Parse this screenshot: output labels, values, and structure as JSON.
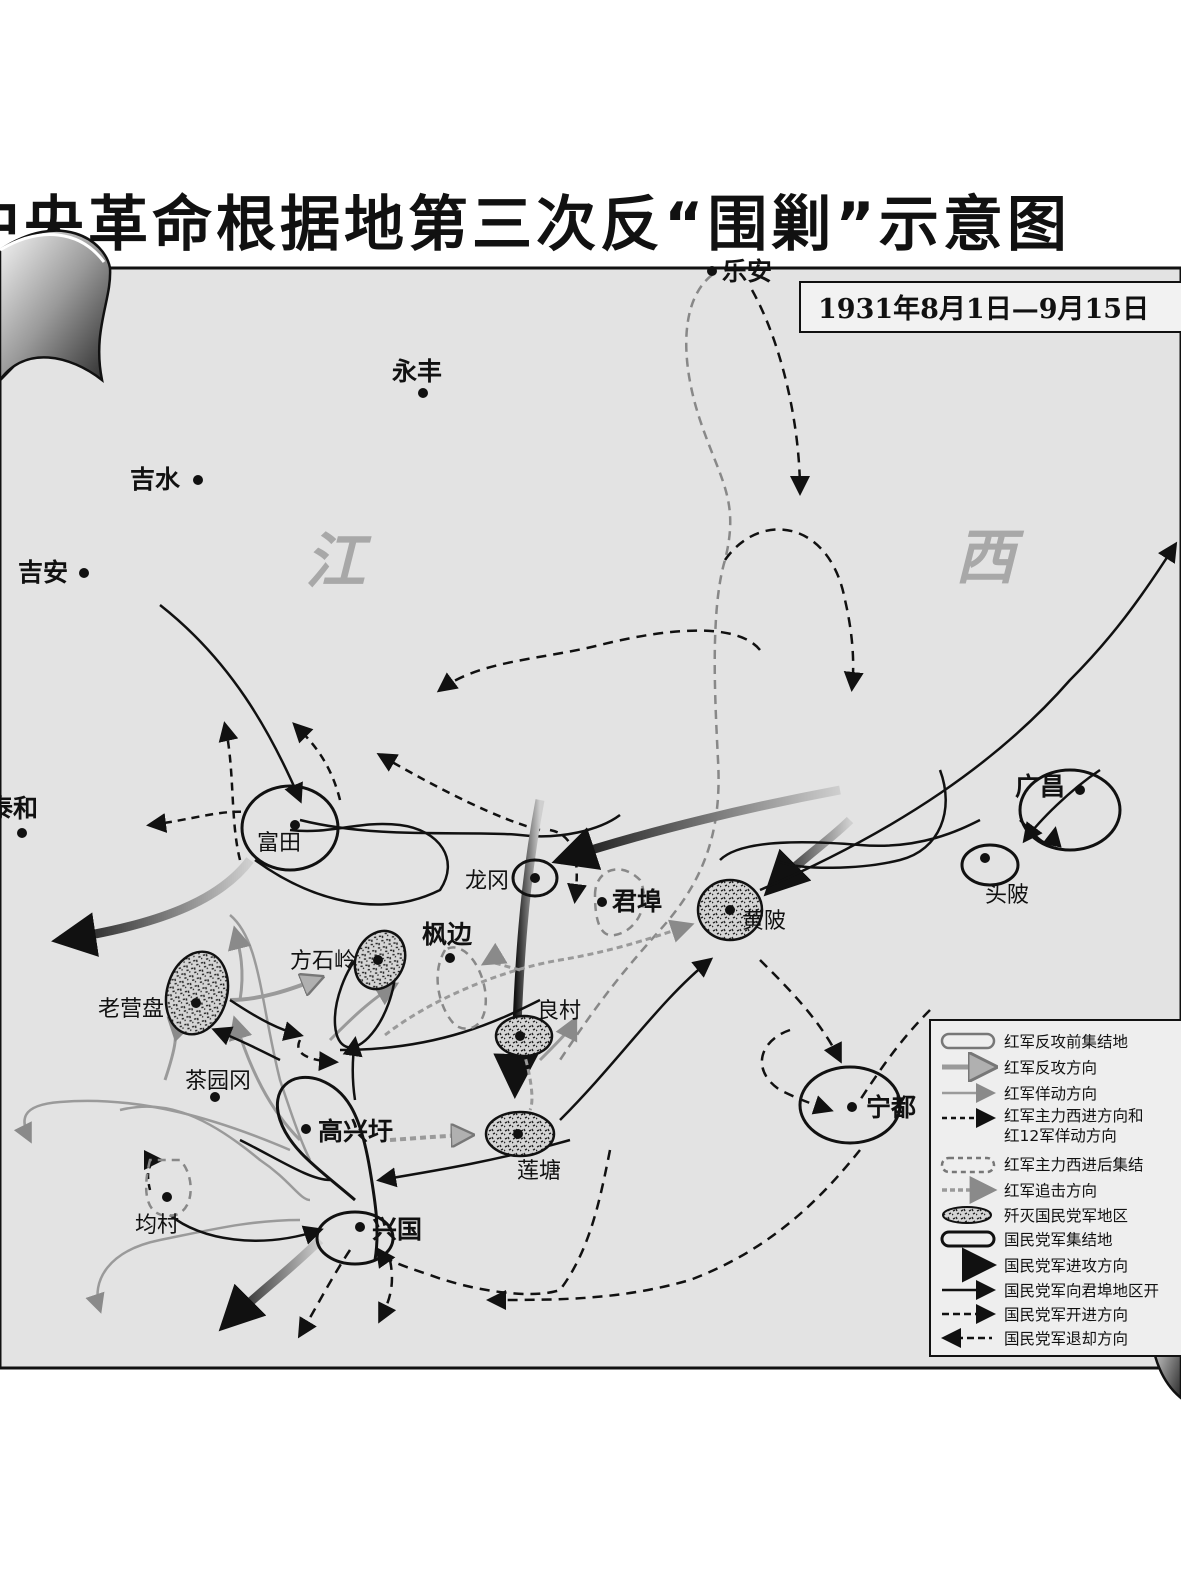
{
  "title": "中央革命根据地第三次反“围剿”示意图",
  "date_range": "1931年8月1日—9月15日",
  "regions": [
    "江",
    "西"
  ],
  "places": {
    "lean": "乐安",
    "yongfeng": "永丰",
    "jishui": "吉水",
    "jian": "吉安",
    "taihe": "泰和",
    "futian": "富田",
    "longgang": "龙冈",
    "junbu": "君埠",
    "huangpi": "黄陂",
    "guangchang": "广昌",
    "toupi": "头陂",
    "fengbian": "枫边",
    "fangshiling": "方石岭",
    "laoyingpan": "老营盘",
    "liangcun": "良村",
    "chayuangang": "茶园冈",
    "gaoxingxu": "高兴圩",
    "liantang": "莲塘",
    "ningdu": "宁都",
    "juncun": "均村",
    "xingguo": "兴国"
  },
  "legend": [
    "红军反攻前集结地",
    "红军反攻方向",
    "红军佯动方向",
    "红军主力西进方向和",
    "红12军佯动方向",
    "红军主力西进后集结",
    "红军追击方向",
    "歼灭国民党军地区",
    "国民党军集结地",
    "国民党军进攻方向",
    "国民党军向君埠地区开",
    "国民党军开进方向",
    "国民党军退却方向"
  ],
  "colors": {
    "paper": "#e3e3e3",
    "ink": "#111111",
    "red_army_arrow": "#8a8a8a",
    "curl_dark": "#2a2a2a"
  }
}
